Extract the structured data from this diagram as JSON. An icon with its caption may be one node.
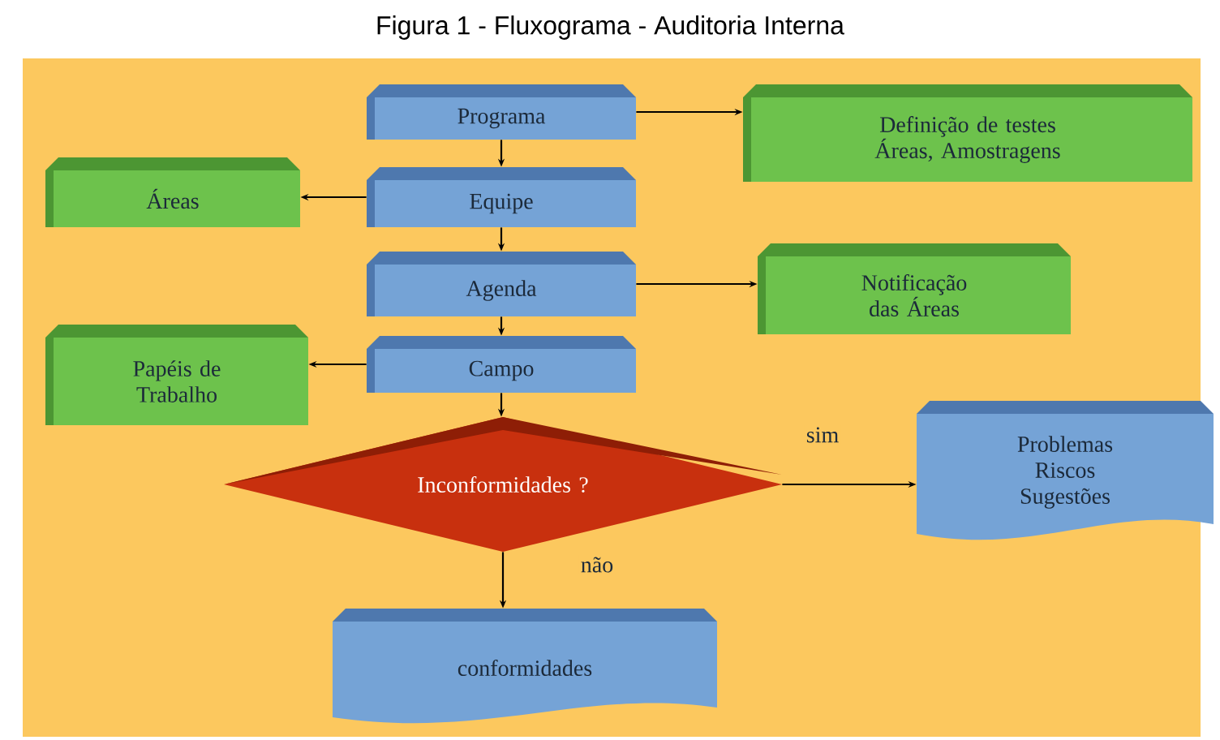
{
  "diagram": {
    "title": "Figura 1 - Fluxograma - Auditoria Interna",
    "nodes": [
      {
        "text": [
          "Programa"
        ]
      },
      {
        "text": [
          "Definição de testes Áreas, Amostragens"
        ]
      },
      {
        "text": [
          "Áreas"
        ]
      },
      {
        "text": [
          "Equipe"
        ]
      },
      {
        "text": [
          "Agenda"
        ]
      },
      {
        "text": [
          "Notificação das Áreas"
        ]
      },
      {
        "text": [
          "Papéis de Trabalho"
        ]
      },
      {
        "text": [
          "Campo"
        ]
      },
      {
        "text": [
          "Inconformidades ?"
        ]
      },
      {
        "text": [
          "Problemas Riscos Sugestões"
        ]
      },
      {
        "text": [
          "conformidades"
        ]
      }
    ],
    "edges": [
      {
        "from": 0,
        "to": 1,
        "arrow": "to"
      },
      {
        "from": 0,
        "to": 3,
        "arrow": "to"
      },
      {
        "from": 3,
        "to": 2,
        "arrow": "to"
      },
      {
        "from": 3,
        "to": 4,
        "arrow": "to"
      },
      {
        "from": 4,
        "to": 5,
        "arrow": "to"
      },
      {
        "from": 4,
        "to": 7,
        "arrow": "to"
      },
      {
        "from": 7,
        "to": 6,
        "arrow": "to"
      },
      {
        "from": 7,
        "to": 8,
        "arrow": "to"
      },
      {
        "from": 8,
        "to": 9,
        "arrow": "to",
        "label": "sim"
      },
      {
        "from": 8,
        "to": 10,
        "arrow": "to",
        "label": "não"
      }
    ]
  }
}
